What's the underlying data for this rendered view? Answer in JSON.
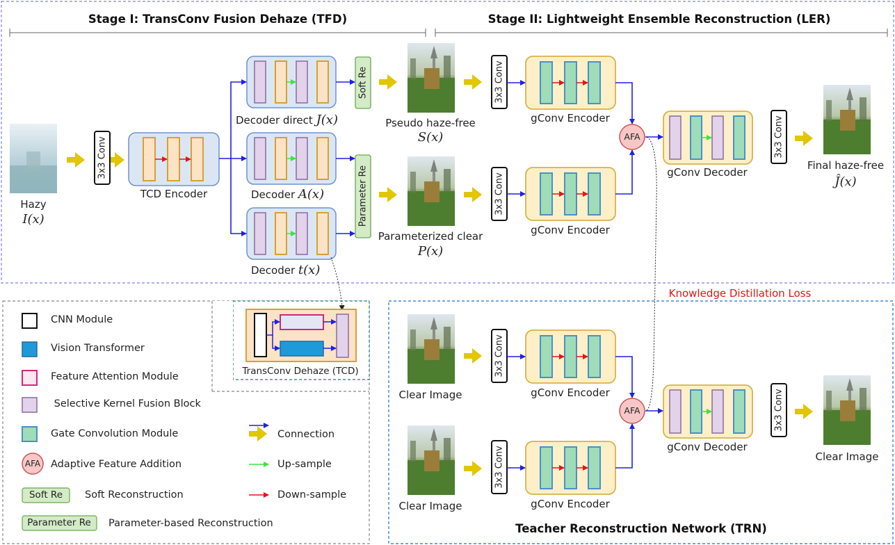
{
  "titles": {
    "stage1": "Stage I: TransConv Fusion Dehaze (TFD)",
    "stage2": "Stage II: Lightweight Ensemble Reconstruction (LER)",
    "teacher": "Teacher Reconstruction Network (TRN)"
  },
  "labels": {
    "hazy": "Hazy",
    "hazy_math": "I(x)",
    "conv": "3x3 Conv",
    "tcd_encoder": "TCD Encoder",
    "decoder_direct": "Decoder direct",
    "decoder_direct_math": "J(x)",
    "decoder_a": "Decoder",
    "decoder_a_math": "A(x)",
    "decoder_t": "Decoder",
    "decoder_t_math": "t(x)",
    "soft_re": "Soft Re",
    "parameter_re": "Parameter Re",
    "pseudo": "Pseudo haze-free",
    "pseudo_math": "S(x)",
    "parameterized": "Parameterized clear",
    "parameterized_math": "P(x)",
    "gconv_encoder": "gConv Encoder",
    "gconv_decoder": "gConv Decoder",
    "afa": "AFA",
    "final": "Final haze-free",
    "final_math": "Ĵ(x)",
    "kd_loss": "Knowledge Distillation Loss",
    "clear_image": "Clear Image",
    "tcd_box": "TransConv Dehaze (TCD)"
  },
  "legend": [
    {
      "label": "CNN Module"
    },
    {
      "label": "Vision Transformer"
    },
    {
      "label": "Feature Attention Module"
    },
    {
      "label": " Selective Kernel Fusion Block"
    },
    {
      "label": "Gate Convolution Module"
    },
    {
      "label": "Adaptive Feature Addition",
      "badge": "AFA"
    },
    {
      "label": "Soft Reconstruction",
      "badge": "Soft Re"
    },
    {
      "label": "Parameter-based Reconstruction",
      "badge": "Parameter Re"
    }
  ],
  "legend_arrows": [
    {
      "label": "Connection"
    },
    {
      "label": "Up-sample"
    },
    {
      "label": "Down-sample"
    }
  ],
  "colors": {
    "blue_arrow": "#1f1fe8",
    "red_arrow": "#e01616",
    "green_arrow": "#3ee43e",
    "yellow_arrow": "#e1c600",
    "encoder_fill": "#dbe6f5",
    "encoder_stroke": "#6f93c8",
    "gconv_fill": "#fdf0c8",
    "gconv_stroke": "#d8b24a",
    "orange_bar": "#fde3c6",
    "orange_stroke": "#d9a030",
    "purple_bar": "#e2d3ea",
    "teal_bar": "#9fdcb8",
    "teal_stroke": "#4a90c8",
    "green_badge": "#d3ebc6",
    "afa_fill": "#f7c7c7",
    "afa_stroke": "#cc5555"
  }
}
